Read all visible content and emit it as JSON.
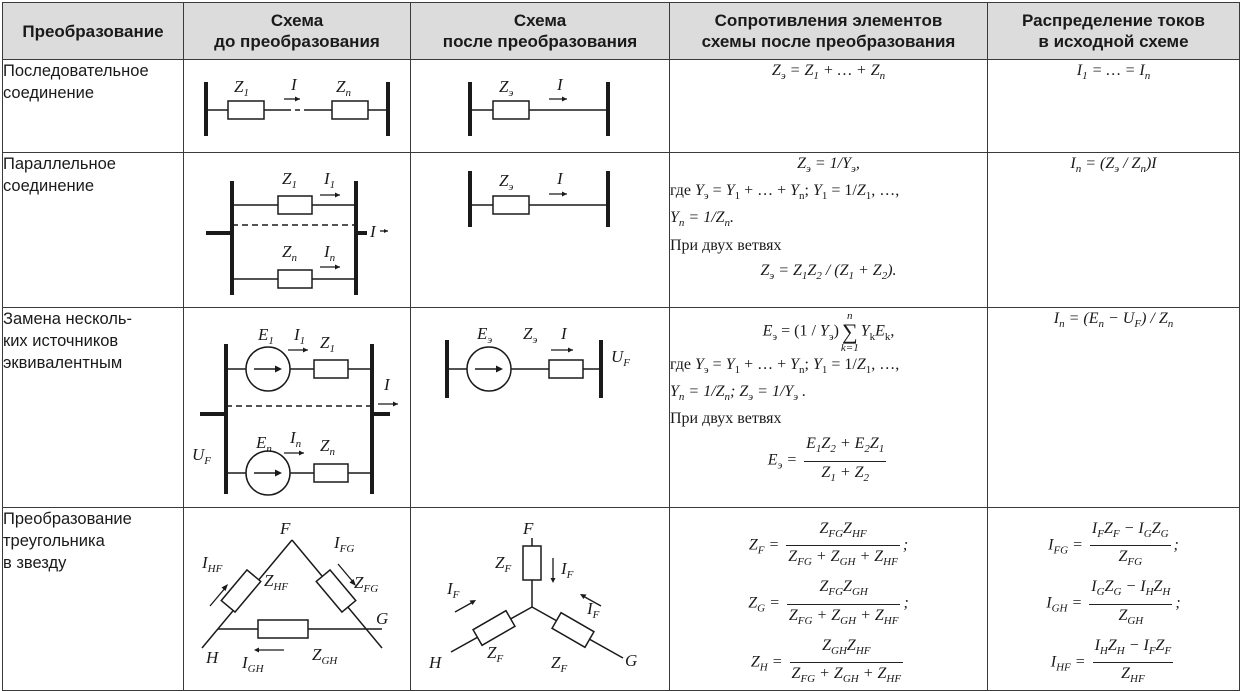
{
  "headers": [
    "Преобразование",
    "Схема\nдо преобразования",
    "Схема\nпосле преобразования",
    "Сопротивления элементов\nсхемы после преобразования",
    "Распределение токов\nв исходной схеме"
  ],
  "rows": [
    {
      "label": "Последовательное\nсоединение",
      "resistance_lines": [
        "Z_э = Z_1 + … + Z_n"
      ],
      "current_lines": [
        "I_1 = … = I_n"
      ]
    },
    {
      "label": "Параллельное\nсоединение",
      "resistance_lines": [
        "Z_э = 1/Y_э,",
        "где Y_э = Y_1 + … + Y_n; Y_1 = 1/Z_1, …,",
        "Y_n = 1/Z_n.",
        "При двух ветвях",
        "Z_э = Z_1Z_2 / (Z_1 + Z_2)."
      ],
      "current_lines": [
        "I_n = (Z_э / Z_n)I"
      ]
    },
    {
      "label": "Замена несколь-\nких источников\nэквивалентным",
      "resistance_lines": [
        "E_э = (1 / Y_э) Σ_{k=1}^{n} Y_k E_k,",
        "где Y_э = Y_1 + … + Y_n; Y_1 = 1/Z_1, …,",
        "Y_n = 1/Z_n; Z_э = 1/Y_э .",
        "При двух ветвях",
        "E_э = (E_1Z_2 + E_2Z_1) / (Z_1 + Z_2)"
      ],
      "current_lines": [
        "I_n = (E_n − U_F) / Z_n"
      ]
    },
    {
      "label": "Преобразование\nтреугольника\nв звезду",
      "resistance_lines": [
        "Z_F = Z_FG Z_HF / (Z_FG + Z_GH + Z_HF);",
        "Z_G = Z_FG Z_GH / (Z_FG + Z_GH + Z_HF);",
        "Z_H = Z_GH Z_HF / (Z_FG + Z_GH + Z_HF)"
      ],
      "current_lines": [
        "I_FG = (I_F Z_F − I_G Z_G) / Z_FG;",
        "I_GH = (I_G Z_G − I_H Z_H) / Z_GH;",
        "I_HF = (I_H Z_H − I_F Z_F) / Z_HF"
      ]
    }
  ],
  "diagram_labels": {
    "z1": "Z",
    "zn": "Z",
    "ze": "Z",
    "i": "I",
    "sub_1": "1",
    "sub_n": "n",
    "sub_e": "э",
    "sub_k1": "k=1",
    "e": "E",
    "uf": "U",
    "sub_f": "F",
    "f": "F",
    "g": "G",
    "h": "H",
    "sub_fg": "FG",
    "sub_gh": "GH",
    "sub_hf": "HF"
  }
}
